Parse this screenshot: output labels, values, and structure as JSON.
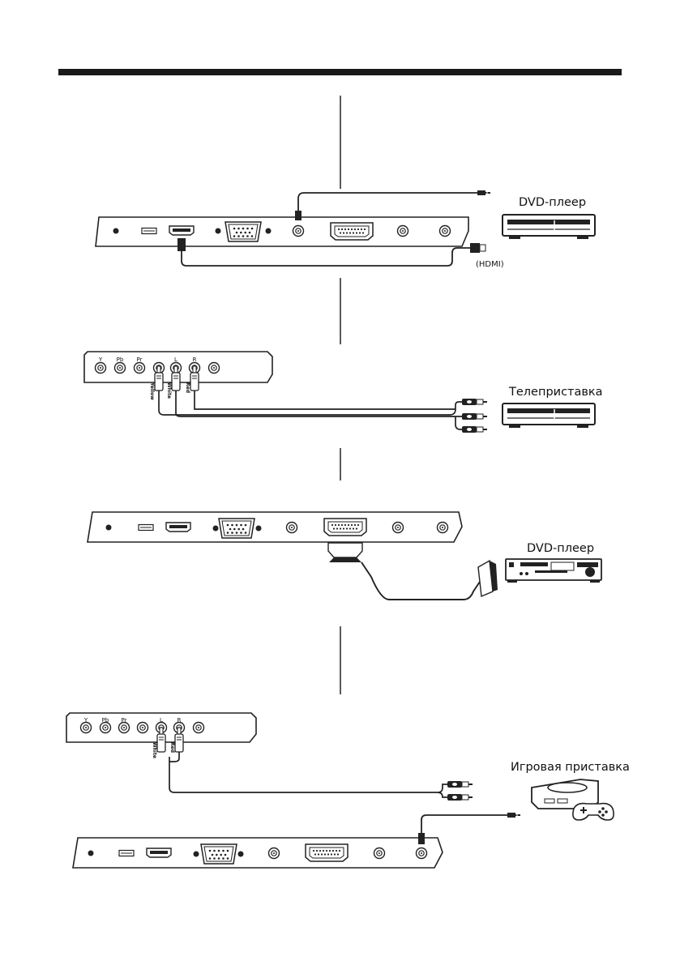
{
  "diagrams": {
    "dvd_hdmi": {
      "device_label": "DVD-плеер",
      "cable_label": "(HDMI)"
    },
    "stb_ypbpr": {
      "device_label": "Телеприставка",
      "jack_labels": [
        "Y",
        "Pb",
        "Pr",
        "L",
        "R"
      ],
      "plug_labels": [
        "Yellow",
        "White",
        "Red"
      ]
    },
    "dvd_scart": {
      "device_label": "DVD-плеер"
    },
    "console_av": {
      "device_label": "Игровая приставка",
      "jack_labels": [
        "Y",
        "Pb",
        "Pr",
        "L",
        "R"
      ],
      "plug_labels": [
        "White",
        "Red"
      ]
    }
  }
}
